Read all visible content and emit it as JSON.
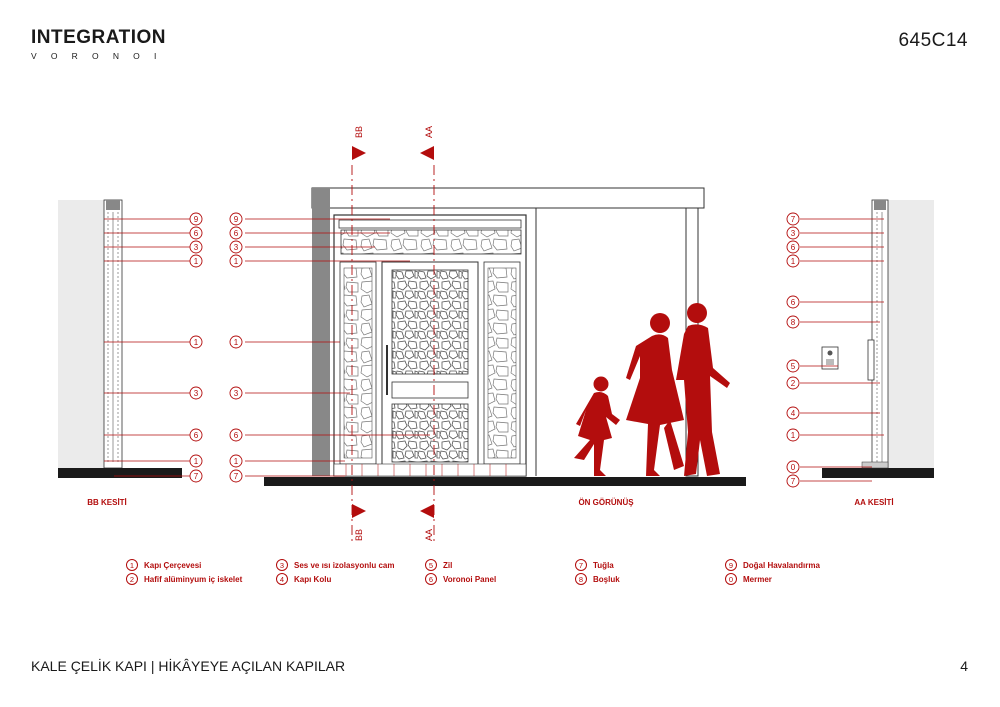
{
  "header": {
    "brand_title": "INTEGRATION",
    "brand_subtitle": "VORONOI",
    "code": "645C14"
  },
  "footer": {
    "title": "KALE ÇELİK KAPI | HİKÂYEYE AÇILAN KAPILAR",
    "page_number": "4"
  },
  "colors": {
    "accent": "#b30d0d",
    "line": "#333333",
    "wall": "#ebebeb"
  },
  "section_markers": {
    "bb": "BB",
    "aa": "AA"
  },
  "views": {
    "left_section": "BB KESİTİ",
    "front": "ÖN GÖRÜNÜŞ",
    "right_section": "AA KESİTİ"
  },
  "callouts": {
    "left_column": [
      "9",
      "6",
      "3",
      "1",
      "1",
      "3",
      "6",
      "1",
      "7"
    ],
    "middle_column": [
      "9",
      "6",
      "3",
      "1",
      "1",
      "3",
      "6",
      "1",
      "7"
    ],
    "right_column": [
      "7",
      "3",
      "6",
      "1",
      "6",
      "8",
      "5",
      "2",
      "4",
      "1",
      "0",
      "7"
    ]
  },
  "legend": [
    {
      "num": "1",
      "label": "Kapı Çerçevesi"
    },
    {
      "num": "2",
      "label": "Hafif alüminyum iç iskelet"
    },
    {
      "num": "3",
      "label": "Ses ve ısı izolasyonlu cam"
    },
    {
      "num": "4",
      "label": "Kapı Kolu"
    },
    {
      "num": "5",
      "label": "Zil"
    },
    {
      "num": "6",
      "label": "Voronoi Panel"
    },
    {
      "num": "7",
      "label": "Tuğla"
    },
    {
      "num": "8",
      "label": "Boşluk"
    },
    {
      "num": "9",
      "label": "Doğal Havalandırma"
    },
    {
      "num": "0",
      "label": "Mermer"
    }
  ]
}
